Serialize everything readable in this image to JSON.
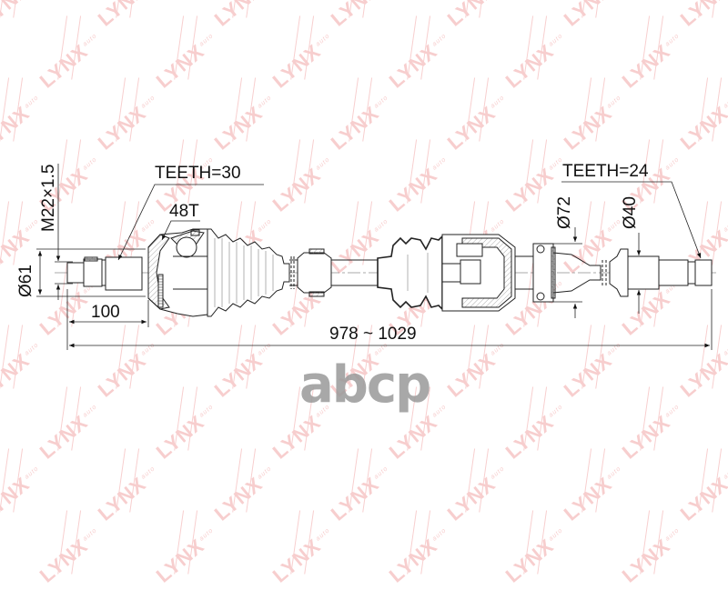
{
  "diagram": {
    "subject": "CV drive shaft assembly",
    "watermark": {
      "text": "LYNX",
      "sub": "auto",
      "color": "#f7c9c9"
    },
    "brand_mark": {
      "text": "abcp",
      "color": "#9a9a9a"
    },
    "labels": {
      "outer_teeth": "TEETH=30",
      "abs_ring": "48T",
      "outer_thread": "M22×1.5",
      "outer_diameter": "Ø61",
      "outer_length": "100",
      "total_length": "978 ~ 1029",
      "inner_teeth": "TEETH=24",
      "bearing_diameter": "Ø72",
      "seal_diameter": "Ø40"
    },
    "line_color": "#222222",
    "hatch_color": "#777777"
  }
}
